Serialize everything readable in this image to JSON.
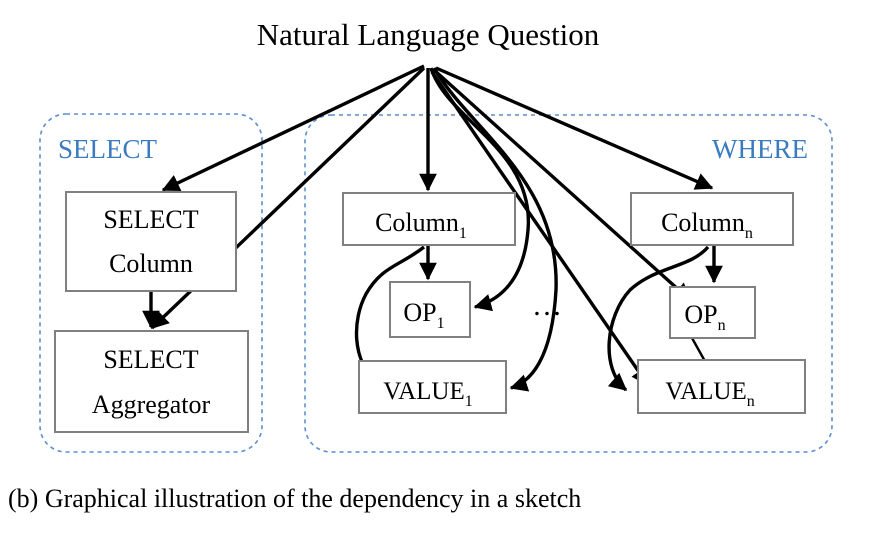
{
  "figure": {
    "title": "Natural Language Question",
    "caption": "(b) Graphical illustration of the dependency in a sketch",
    "ellipsis": "…",
    "accent_color": "#3b7bbf",
    "group_border_color": "#5b8fd0",
    "node_border_color": "#808080",
    "edge_color": "#000000",
    "background_color": "#ffffff"
  },
  "groups": [
    {
      "id": "select",
      "label": "SELECT"
    },
    {
      "id": "where",
      "label": "WHERE"
    }
  ],
  "nodes": [
    {
      "id": "select-column",
      "line1": "SELECT",
      "line2": "Column",
      "sub": ""
    },
    {
      "id": "select-aggregator",
      "line1": "SELECT",
      "line2": "Aggregator",
      "sub": ""
    },
    {
      "id": "column-1",
      "line1": "Column",
      "line2": "",
      "sub": "1"
    },
    {
      "id": "op-1",
      "line1": "OP",
      "line2": "",
      "sub": "1"
    },
    {
      "id": "value-1",
      "line1": "VALUE",
      "line2": "",
      "sub": "1"
    },
    {
      "id": "column-n",
      "line1": "Column",
      "line2": "",
      "sub": "n"
    },
    {
      "id": "op-n",
      "line1": "OP",
      "line2": "",
      "sub": "n"
    },
    {
      "id": "value-n",
      "line1": "VALUE",
      "line2": "",
      "sub": "n"
    }
  ],
  "edges": [
    {
      "from": "question",
      "to": "select-column"
    },
    {
      "from": "question",
      "to": "select-aggregator"
    },
    {
      "from": "question",
      "to": "column-1"
    },
    {
      "from": "question",
      "to": "op-1"
    },
    {
      "from": "question",
      "to": "value-1"
    },
    {
      "from": "question",
      "to": "column-n"
    },
    {
      "from": "question",
      "to": "op-n"
    },
    {
      "from": "question",
      "to": "value-n"
    },
    {
      "from": "select-column",
      "to": "select-aggregator"
    },
    {
      "from": "column-1",
      "to": "op-1"
    },
    {
      "from": "column-1",
      "to": "value-1"
    },
    {
      "from": "column-n",
      "to": "op-n"
    },
    {
      "from": "column-n",
      "to": "value-n"
    },
    {
      "from": "op-n",
      "to": "value-n"
    }
  ]
}
